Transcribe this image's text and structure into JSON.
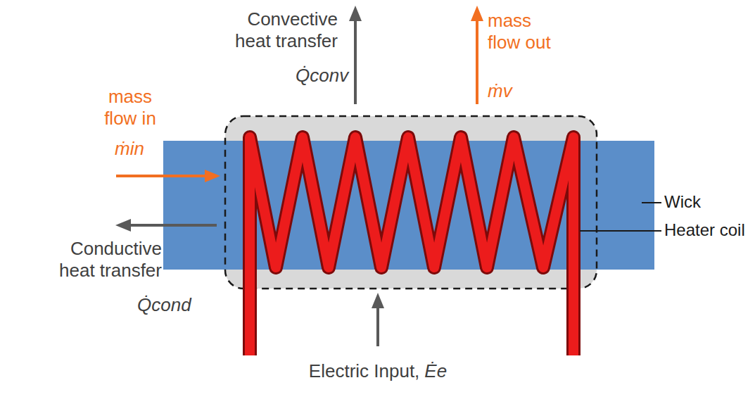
{
  "diagram": {
    "labels": [
      "Convective heat transfer",
      "mass flow out",
      "Q̇conv",
      "ṁv",
      "mass flow in",
      "ṁin",
      "Wick",
      "Heater coil",
      "Conductive heat transfer",
      "Q̇cond",
      "Electric Input,",
      "Ėe"
    ]
  }
}
